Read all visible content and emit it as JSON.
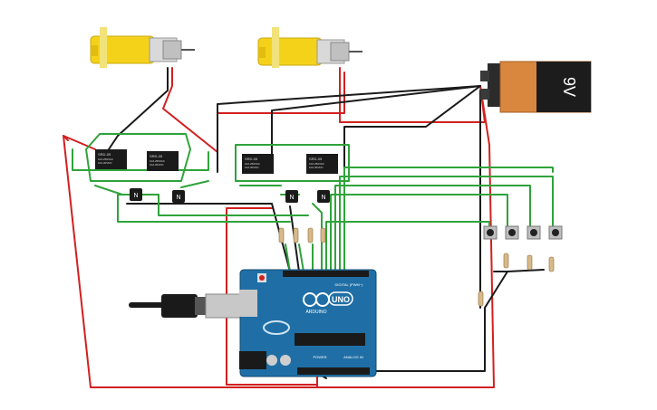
{
  "battery": {
    "label": "9V",
    "color": "#d9873f",
    "cap_color": "#2b2b2b"
  },
  "arduino": {
    "logo_text": "UNO",
    "brand_text": "ARDUINO",
    "digital_label": "DIGITAL (PWM~)",
    "power_label": "POWER",
    "analog_label": "ANALOG IN",
    "board_color": "#1f6fa6"
  },
  "motors": {
    "count": 2,
    "body_color": "#f5d21a"
  },
  "relays": {
    "count": 4,
    "texts": [
      "SRD-05",
      "10A 250VAC",
      "10A 30VDC"
    ]
  },
  "transistors": {
    "count": 4,
    "label": "N"
  },
  "buttons": {
    "count": 4
  },
  "wire_colors": {
    "red": "#d22020",
    "black": "#1a1a1a",
    "green": "#2fa33a"
  }
}
